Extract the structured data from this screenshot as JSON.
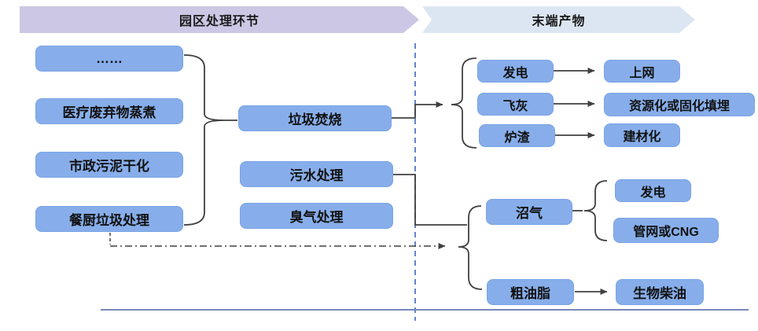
{
  "title_headers": {
    "process_stage": "园区处理环节",
    "end_products": "末端产物"
  },
  "left_column": {
    "boxes": [
      {
        "label": "……"
      },
      {
        "label": "医疗废弃物蒸煮"
      },
      {
        "label": "市政污泥干化"
      },
      {
        "label": "餐厨垃圾处理"
      }
    ]
  },
  "middle_column": {
    "boxes": [
      {
        "label": "垃圾焚烧"
      },
      {
        "label": "污水处理"
      },
      {
        "label": "臭气处理"
      }
    ]
  },
  "incineration_outputs": [
    {
      "source": "发电",
      "target": "上网"
    },
    {
      "source": "飞灰",
      "target": "资源化或固化填埋"
    },
    {
      "source": "炉渣",
      "target": "建材化"
    }
  ],
  "digestion_outputs": {
    "biogas": {
      "label": "沼气",
      "targets": [
        {
          "label": "发电"
        },
        {
          "label": "管网或CNG"
        }
      ]
    },
    "crude_grease": {
      "label": "粗油脂",
      "target": {
        "label": "生物柴油"
      }
    }
  },
  "colors": {
    "node_fill": "#87aeea",
    "node_border": "#79a3e6",
    "header_process_fill": "#cbc7e4",
    "header_products_fill": "#dce6f3",
    "connector": "#404040",
    "divider_dashed_blue": "#4a6fc8",
    "bottom_rule": "#7788bb"
  }
}
